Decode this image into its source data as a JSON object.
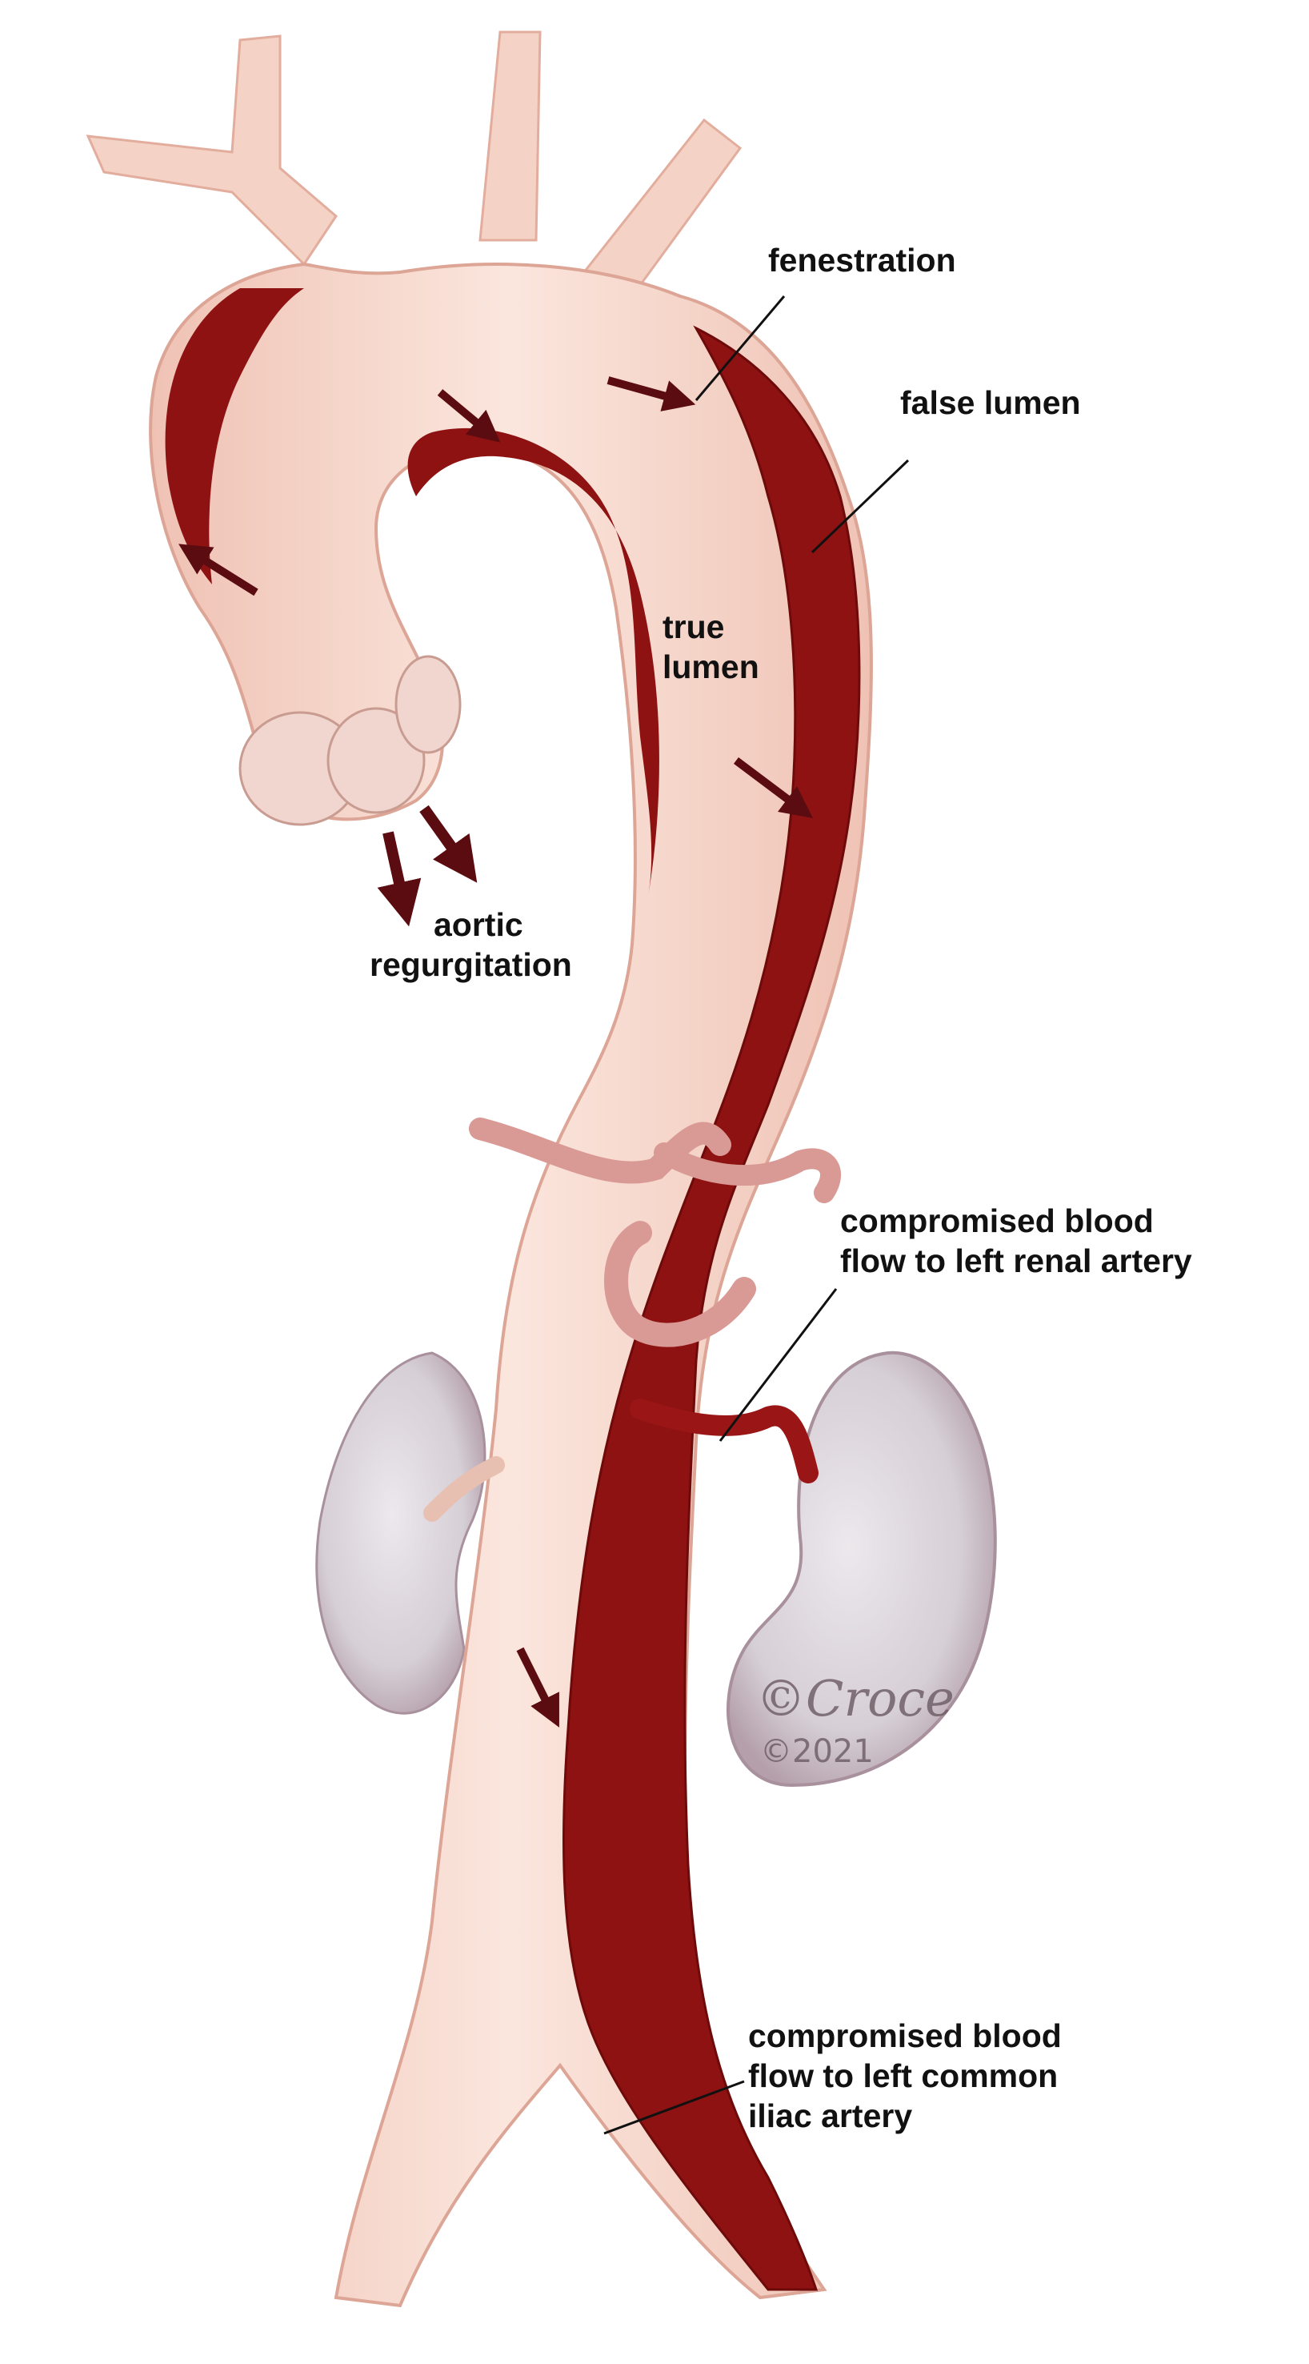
{
  "labels": {
    "fenestration": "fenestration",
    "false_lumen": "false lumen",
    "true_lumen": [
      "true",
      "lumen"
    ],
    "aortic_regurgitation": [
      "aortic",
      "regurgitation"
    ],
    "renal": [
      "compromised blood",
      "flow to left renal artery"
    ],
    "iliac": [
      "compromised blood",
      "flow to left common",
      "iliac artery"
    ]
  },
  "signature": {
    "mark": "©Croce",
    "year": "©2021"
  },
  "colors": {
    "aorta_wall": "#f2c9bd",
    "aorta_light": "#fae3da",
    "false_lumen": "#8e1212",
    "false_lumen_dark": "#6e0a0a",
    "kidney": "#dcd6dc",
    "kidney_shadow": "#a8909c",
    "arrow": "#5a0c10"
  }
}
